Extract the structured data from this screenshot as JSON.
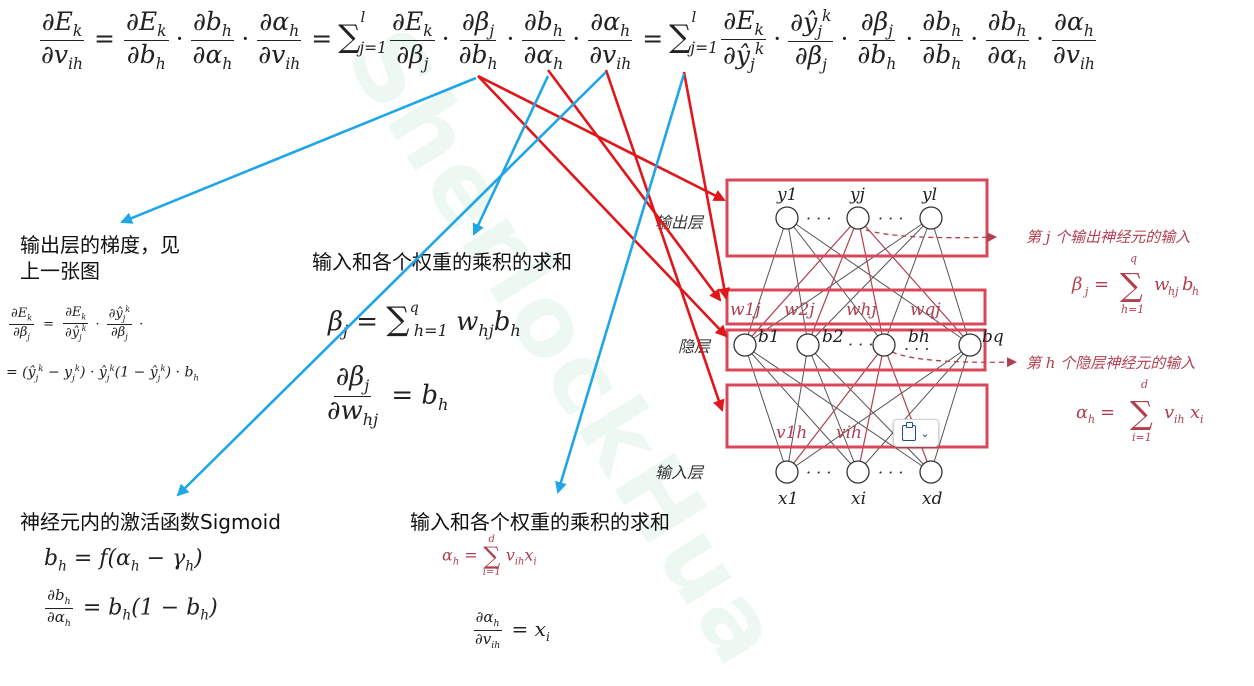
{
  "watermark": "SherlockHua",
  "labels": {
    "output_grad": "输出层的梯度，见\n上一张图",
    "beta_sum": "输入和各个权重的乘积的求和",
    "sigmoid": "神经元内的激活函数Sigmoid",
    "alpha_sum": "输入和各个权重的乘积的求和"
  },
  "network": {
    "output_layer": "输出层",
    "hidden_layer": "隐层",
    "input_layer": "输入层",
    "output_note": "第 j 个输出神经元的输入",
    "hidden_note": "第 h 个隐层神经元的输入",
    "output_nodes": [
      "y1",
      "yj",
      "yl"
    ],
    "hidden_nodes": [
      "b1",
      "b2",
      "bh",
      "bq"
    ],
    "input_nodes": [
      "x1",
      "xi",
      "xd"
    ],
    "weights_out": [
      "w1j",
      "w2j",
      "whj",
      "wqj"
    ],
    "weights_in": [
      "v1h",
      "vih"
    ]
  },
  "colors": {
    "red_arrow": "#e0161b",
    "blue_arrow": "#1ea6e6",
    "box": "#d9475a",
    "formula_red": "#b04050"
  },
  "paste_button": {
    "icon": "clipboard-icon",
    "chevron": "⌄"
  }
}
